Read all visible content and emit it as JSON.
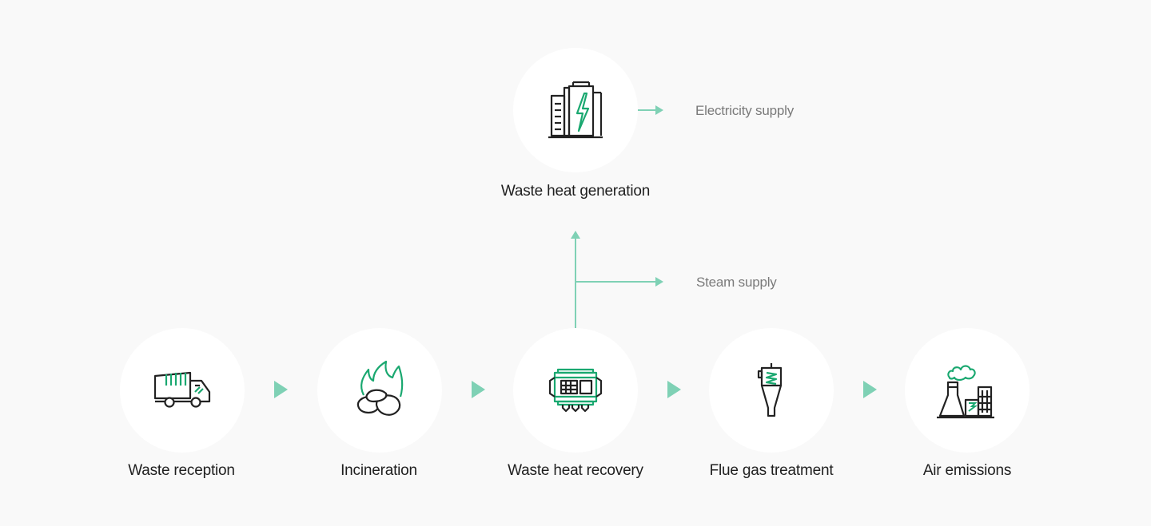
{
  "nodes": {
    "waste_heat_generation": "Waste heat generation",
    "waste_reception": "Waste reception",
    "incineration": "Incineration",
    "waste_heat_recovery": "Waste heat recovery",
    "flue_gas_treatment": "Flue gas treatment",
    "air_emissions": "Air emissions"
  },
  "outputs": {
    "electricity": "Electricity supply",
    "steam": "Steam supply"
  },
  "colors": {
    "accent": "#7fd1b5",
    "icon_green": "#1aa870",
    "icon_dark": "#222222"
  },
  "icons": {
    "waste_heat_generation": "power-plant-icon",
    "waste_reception": "garbage-truck-icon",
    "incineration": "fire-icon",
    "waste_heat_recovery": "boiler-icon",
    "flue_gas_treatment": "cyclone-filter-icon",
    "air_emissions": "factory-smoke-icon"
  }
}
